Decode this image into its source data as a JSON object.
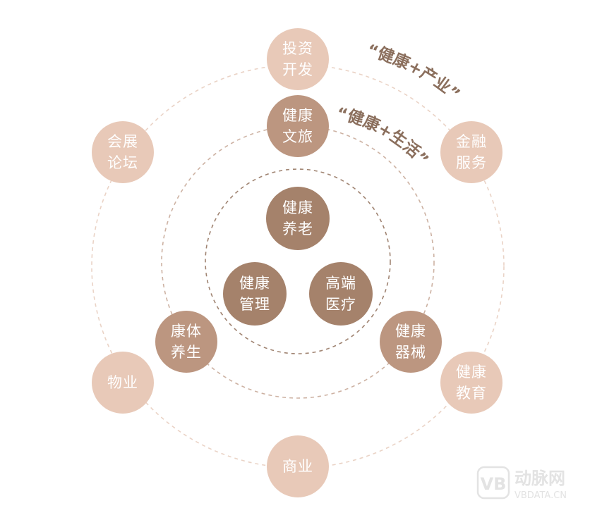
{
  "diagram": {
    "labels": {
      "industry": "“健康+产业”",
      "life": "“健康+生活”"
    },
    "outer_nodes": [
      {
        "l1": "投资",
        "l2": "开发"
      },
      {
        "l1": "金融",
        "l2": "服务"
      },
      {
        "l1": "健康",
        "l2": "教育"
      },
      {
        "l1": "商业",
        "l2": ""
      },
      {
        "l1": "物业",
        "l2": ""
      },
      {
        "l1": "会展",
        "l2": "论坛"
      }
    ],
    "middle_nodes": [
      {
        "l1": "健康",
        "l2": "文旅"
      },
      {
        "l1": "健康",
        "l2": "器械"
      },
      {
        "l1": "康体",
        "l2": "养生"
      }
    ],
    "inner_nodes": [
      {
        "l1": "健康",
        "l2": "养老"
      },
      {
        "l1": "高端",
        "l2": "医疗"
      },
      {
        "l1": "健康",
        "l2": "管理"
      }
    ]
  },
  "watermark": {
    "name": "动脉网",
    "domain": "VBDATA.CN"
  },
  "colors": {
    "outer": "#e8c9b8",
    "middle": "#bc9680",
    "inner": "#a5826b",
    "label": "#8b6f5d"
  }
}
